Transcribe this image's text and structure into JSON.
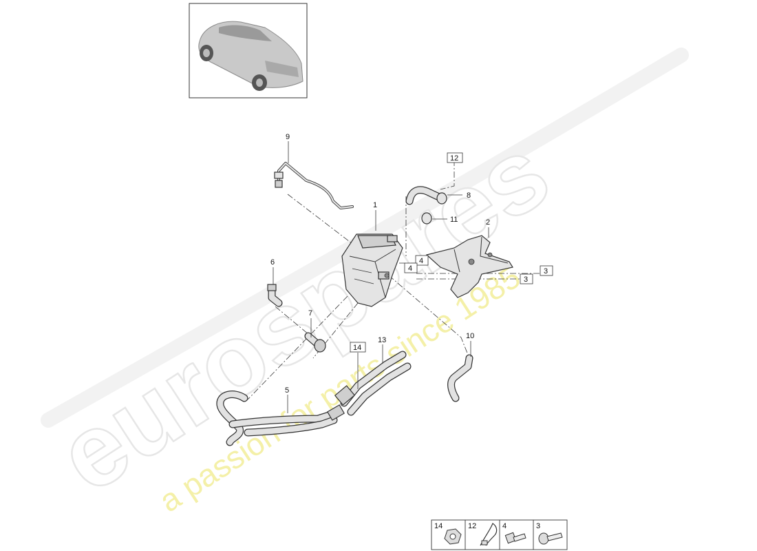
{
  "watermark": {
    "brand": "eurospares",
    "tagline": "a passion for parts since 1985"
  },
  "callouts": {
    "p1": "1",
    "p2": "2",
    "p3a": "3",
    "p3b": "3",
    "p4a": "4",
    "p4b": "4",
    "p5": "5",
    "p6": "6",
    "p7": "7",
    "p8": "8",
    "p9": "9",
    "p10": "10",
    "p11": "11",
    "p12": "12",
    "p13": "13",
    "p14": "14"
  },
  "legend": {
    "items": [
      {
        "number": "14",
        "icon": "nut-icon"
      },
      {
        "number": "12",
        "icon": "cable-tie-icon"
      },
      {
        "number": "4",
        "icon": "bolt-icon"
      },
      {
        "number": "3",
        "icon": "flange-bolt-icon"
      }
    ]
  },
  "colors": {
    "line": "#333333",
    "part_fill": "#e4e4e4",
    "watermark_outline": "#e6e6e6",
    "watermark_tagline": "#f4f0a8"
  }
}
